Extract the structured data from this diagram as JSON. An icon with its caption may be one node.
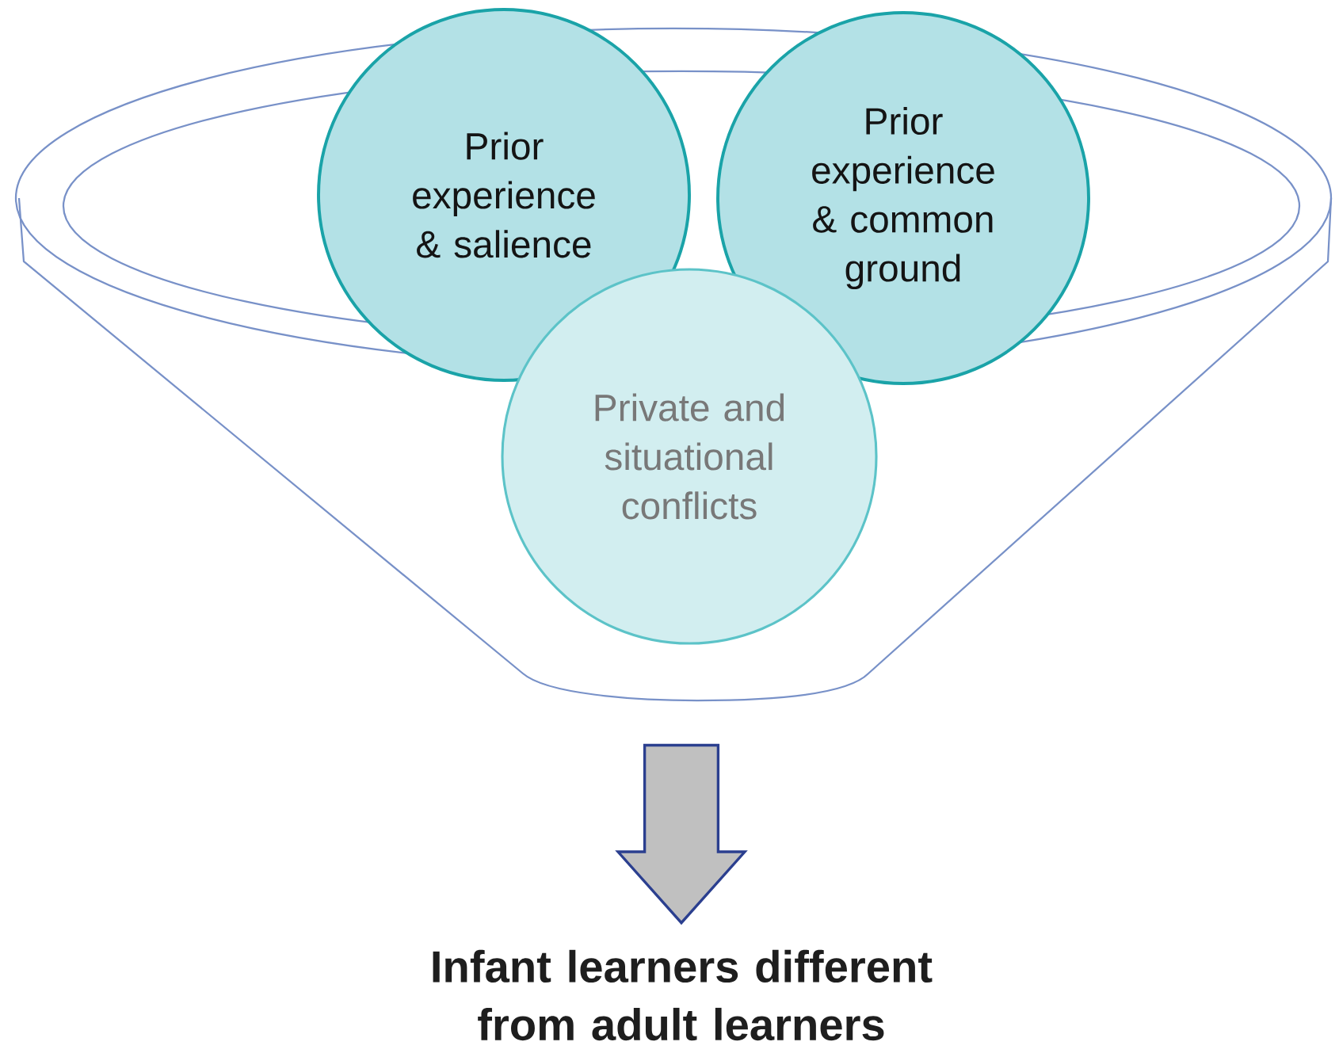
{
  "diagram": {
    "nodes": [
      {
        "text": [],
        "shape": "funnel"
      },
      {
        "text": [
          "Prior experience & salience"
        ]
      },
      {
        "text": [
          "Prior experience & common ground"
        ]
      },
      {
        "text": [
          "Private and situational conflicts"
        ]
      },
      {
        "text": [
          "Infant learners different from adult learners"
        ]
      }
    ],
    "edges": [
      {
        "from": 0,
        "to": 4,
        "arrow": "to"
      }
    ]
  }
}
